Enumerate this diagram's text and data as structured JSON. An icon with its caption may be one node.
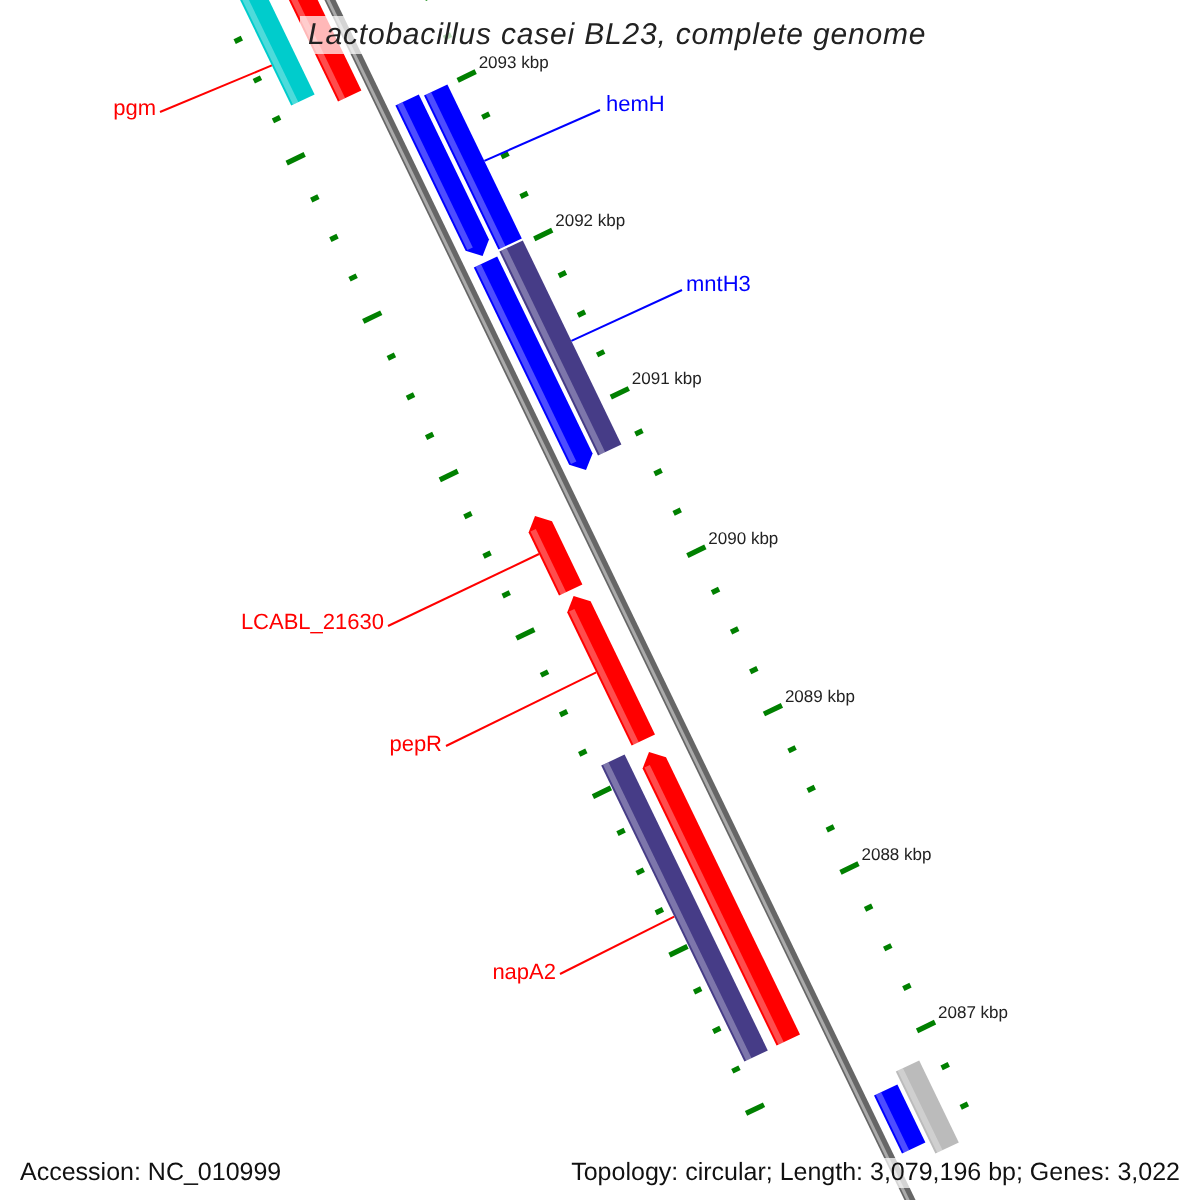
{
  "diagram": {
    "title": "Lactobacillus casei BL23, complete genome",
    "nodes": [
      {
        "text": [
          "pgm"
        ]
      },
      {
        "text": [
          "hemH"
        ]
      },
      {
        "text": [
          "mntH3"
        ]
      },
      {
        "text": [
          "LCABL_21630"
        ]
      },
      {
        "text": [
          "pepR"
        ]
      },
      {
        "text": [
          "napA2"
        ]
      },
      {
        "text": [],
        "shape": "bar"
      },
      {
        "text": [],
        "shape": "bar"
      },
      {
        "text": [],
        "shape": "bar"
      },
      {
        "text": [],
        "shape": "bar"
      },
      {
        "text": [],
        "shape": "bar"
      },
      {
        "text": [],
        "shape": "bar"
      },
      {
        "text": [],
        "shape": "bar"
      },
      {
        "text": [],
        "shape": "bar"
      },
      {
        "text": [],
        "shape": "bar"
      },
      {
        "text": [],
        "shape": "bar"
      },
      {
        "text": [],
        "shape": "bar"
      },
      {
        "text": [],
        "shape": "bar"
      }
    ],
    "edges": [
      {
        "from": 0,
        "to": 6,
        "arrow": "none"
      },
      {
        "from": 1,
        "to": 8,
        "arrow": "none",
        "color": "#0000ff"
      },
      {
        "from": 2,
        "to": 10,
        "arrow": "none",
        "color": "#0000ff"
      },
      {
        "from": 3,
        "to": 12,
        "arrow": "none"
      },
      {
        "from": 4,
        "to": 13,
        "arrow": "none"
      },
      {
        "from": 5,
        "to": 15,
        "arrow": "none"
      }
    ],
    "labels": [
      "2093 kbp",
      "2092 kbp",
      "2091 kbp",
      "2090 kbp",
      "2089 kbp",
      "2088 kbp",
      "2087 kbp",
      "Accession: NC_010999",
      "Topology: circular; Length: 3,079,196 bp; Genes: 3,022"
    ]
  }
}
